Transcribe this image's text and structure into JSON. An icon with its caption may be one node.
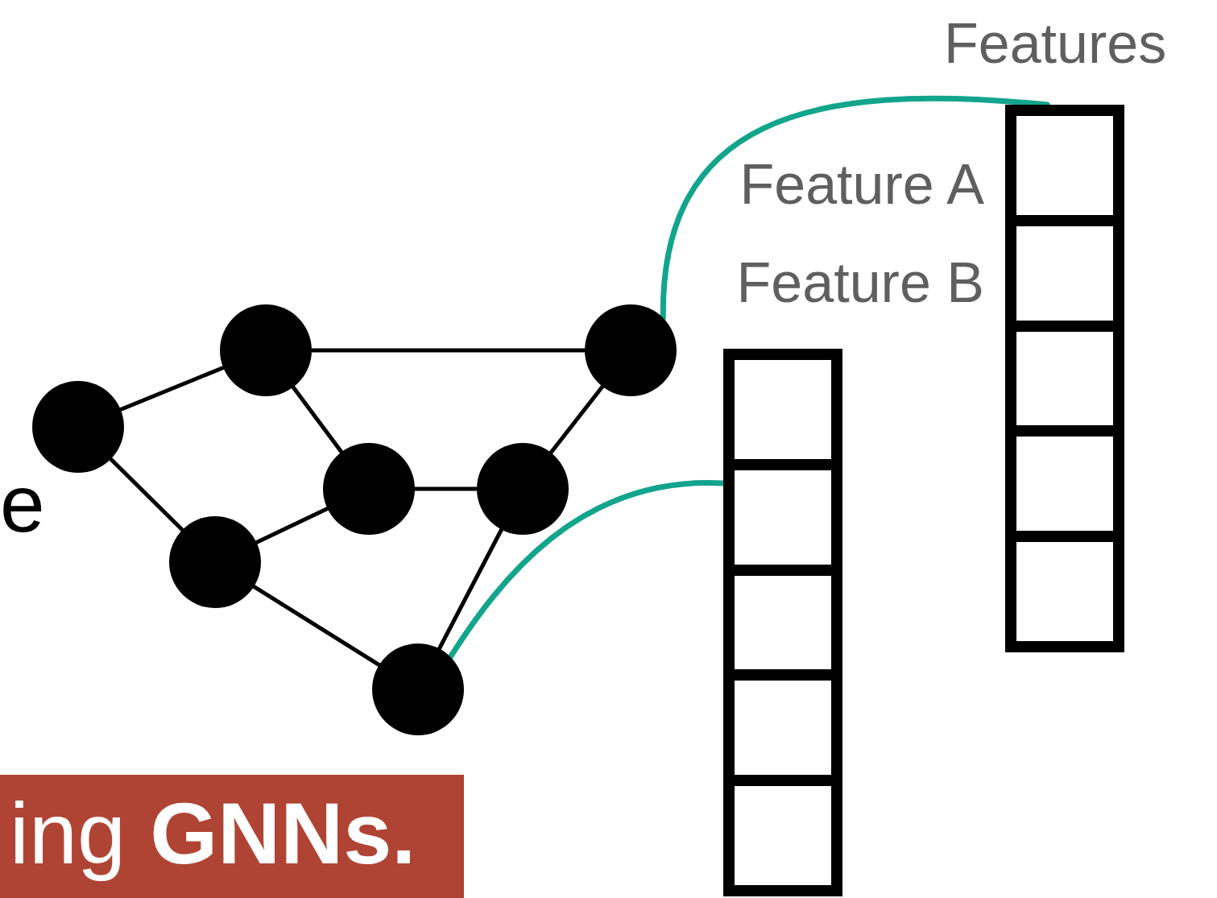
{
  "diagram": {
    "nodes": [
      {
        "text": [
          "Features"
        ],
        "beside": [
          "Feature A",
          "Feature B"
        ]
      },
      {
        "text": [],
        "shape": "circle"
      },
      {
        "text": [],
        "shape": "circle"
      },
      {
        "text": [],
        "shape": "bar"
      },
      {
        "text": [],
        "shape": "circle"
      },
      {
        "text": [],
        "shape": "circle"
      },
      {
        "text": [],
        "shape": "circle"
      },
      {
        "text": [],
        "shape": "circle"
      },
      {
        "text": [],
        "shape": "circle"
      },
      {
        "text": [
          "ing **GNNs.**"
        ]
      }
    ],
    "edges": [
      {
        "from": 4,
        "to": 1,
        "arrow": "none"
      },
      {
        "from": 1,
        "to": 2,
        "arrow": "none"
      },
      {
        "from": 1,
        "to": 5,
        "arrow": "none"
      },
      {
        "from": 2,
        "to": 6,
        "arrow": "none"
      },
      {
        "from": 4,
        "to": 7,
        "arrow": "none"
      },
      {
        "from": 7,
        "to": 5,
        "arrow": "none"
      },
      {
        "from": 5,
        "to": 6,
        "arrow": "none"
      },
      {
        "from": 6,
        "to": 8,
        "arrow": "none"
      },
      {
        "from": 7,
        "to": 8,
        "arrow": "none"
      },
      {
        "from": 2,
        "to": 0,
        "arrow": "none",
        "color": "#12a58c"
      },
      {
        "from": 8,
        "to": 3,
        "arrow": "none",
        "color": "#12a58c"
      }
    ],
    "labels": [
      "e"
    ]
  }
}
